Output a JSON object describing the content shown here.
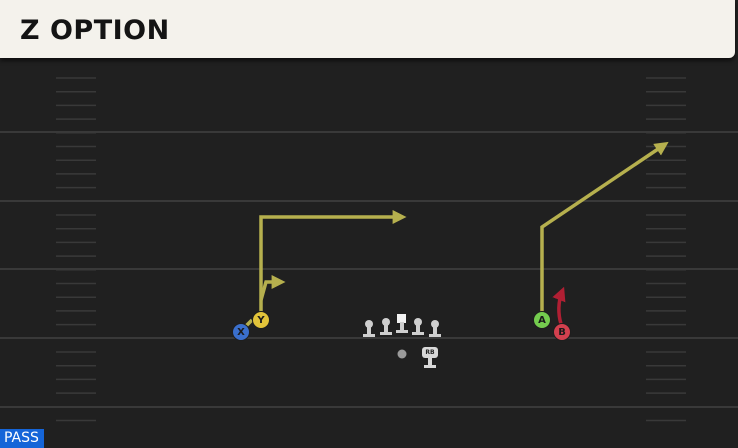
{
  "play": {
    "title": "Z OPTION",
    "type_badge": "PASS"
  },
  "colors": {
    "route_yellow": "#b6b04e",
    "route_red": "#b01f33",
    "field_bg": "#202020",
    "yard_line": "#3a3a3a",
    "badge_blue": "#1565d8"
  },
  "players": [
    {
      "label": "X",
      "color": "#3a6fcc",
      "role": "receiver"
    },
    {
      "label": "Y",
      "color": "#e2c43a",
      "role": "receiver"
    },
    {
      "label": "A",
      "color": "#74cc4e",
      "role": "receiver"
    },
    {
      "label": "B",
      "color": "#d2404e",
      "role": "receiver"
    },
    {
      "label": "RB",
      "color": "#d8d8d8",
      "role": "running-back"
    }
  ]
}
